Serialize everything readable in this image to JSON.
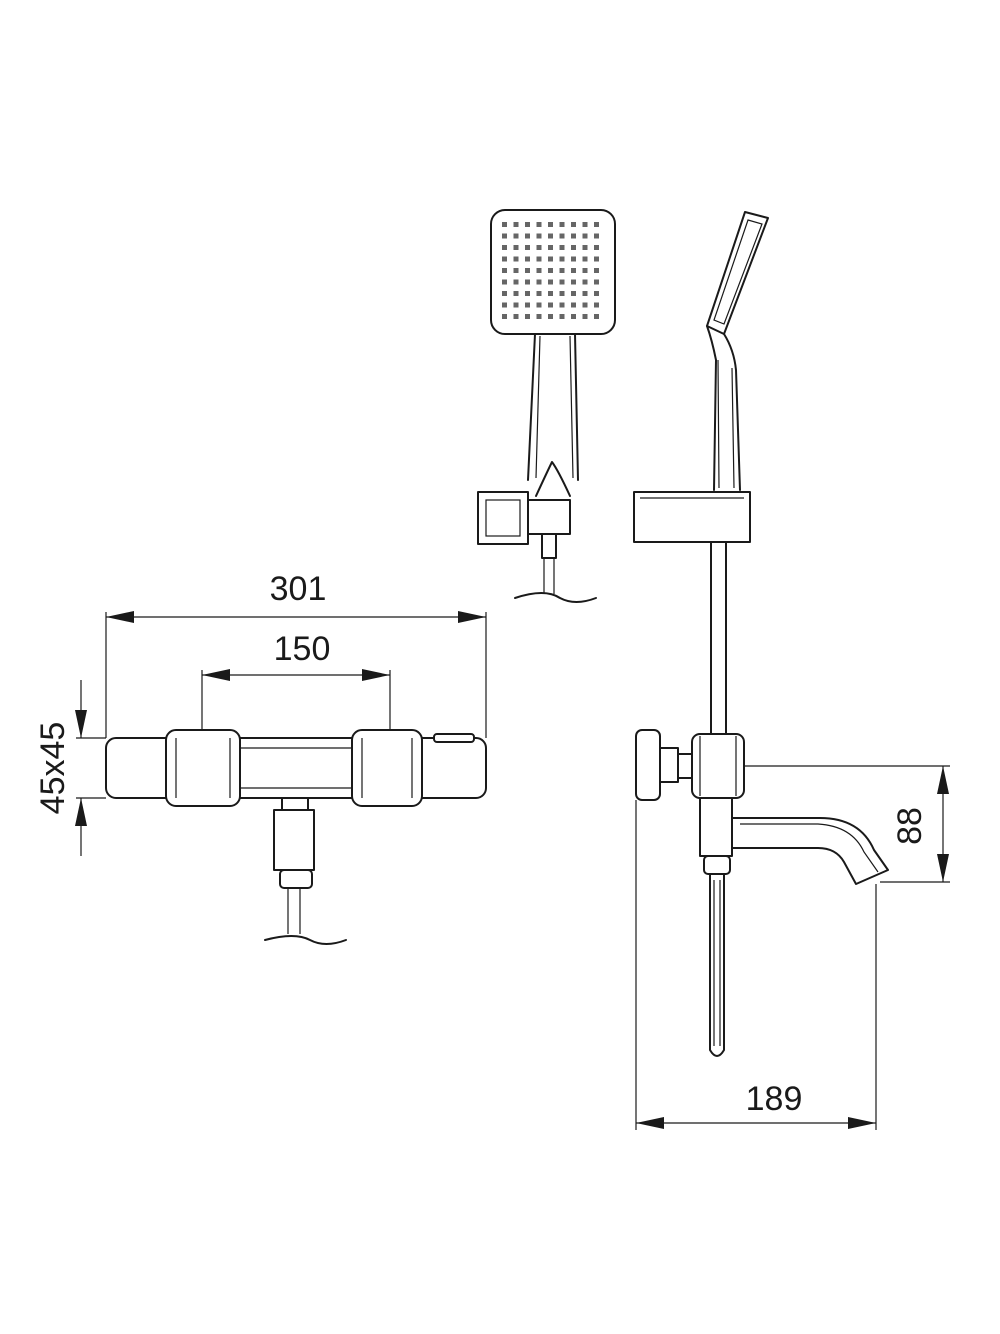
{
  "dimensions": {
    "overall_width": "301",
    "connection_spacing": "150",
    "body_section": "45x45",
    "outlet_height": "88",
    "spout_projection": "189"
  },
  "colors": {
    "line": "#1a1a1a",
    "background": "#ffffff"
  }
}
